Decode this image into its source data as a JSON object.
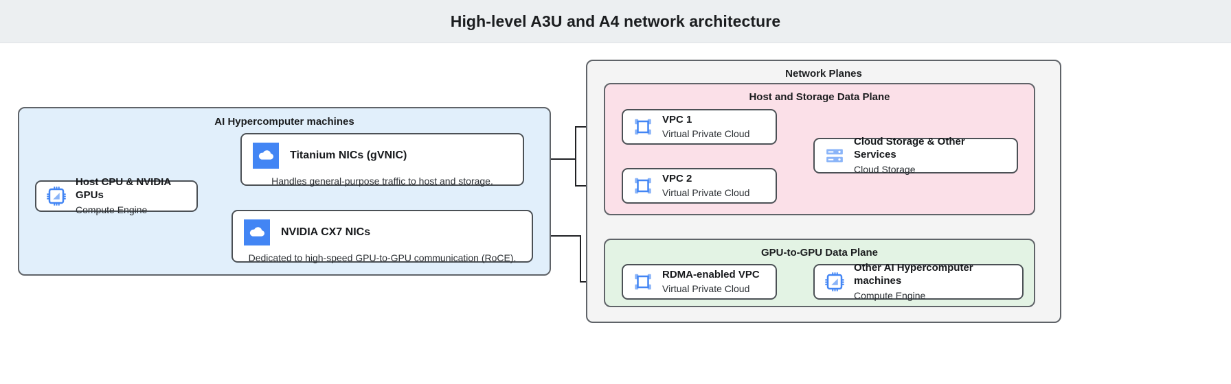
{
  "header": {
    "title": "High-level A3U and A4 network architecture"
  },
  "palette": {
    "header_bg": "#eceff1",
    "machines_panel": "#e1effb",
    "network_planes_panel": "#f4f4f4",
    "host_storage_plane": "#fbe0e8",
    "gpu_plane": "#e3f3e4",
    "icon_blue": "#4285f4",
    "icon_blue_light": "#8ab4f8",
    "border": "#5f6368",
    "arrow": "#202124"
  },
  "machines": {
    "label": "AI Hypercomputer machines",
    "host": {
      "title": "Host CPU & NVIDIA GPUs",
      "subtitle": "Compute Engine",
      "icon": "cpu-chip-icon"
    },
    "nics": [
      {
        "title": "Titanium NICs (gVNIC)",
        "description": "Handles general-purpose traffic to host and storage.",
        "icon": "cloud-icon"
      },
      {
        "title": "NVIDIA CX7 NICs",
        "description": "Dedicated to high-speed GPU-to-GPU communication (RoCE).",
        "icon": "cloud-icon"
      }
    ]
  },
  "network_planes": {
    "label": "Network Planes",
    "host_storage_plane": {
      "label": "Host and Storage Data Plane",
      "vpcs": [
        {
          "title": "VPC 1",
          "subtitle": "Virtual Private Cloud",
          "icon": "vpc-icon"
        },
        {
          "title": "VPC 2",
          "subtitle": "Virtual Private Cloud",
          "icon": "vpc-icon"
        }
      ],
      "storage": {
        "title": "Cloud Storage & Other Services",
        "subtitle": "Cloud Storage",
        "icon": "storage-icon"
      }
    },
    "gpu_plane": {
      "label": "GPU-to-GPU Data Plane",
      "vpc": {
        "title": "RDMA-enabled VPC",
        "subtitle": "Virtual Private Cloud",
        "icon": "vpc-icon"
      },
      "machines": {
        "title": "Other AI Hypercomputer machines",
        "subtitle": "Compute Engine",
        "icon": "cpu-chip-icon"
      }
    }
  }
}
